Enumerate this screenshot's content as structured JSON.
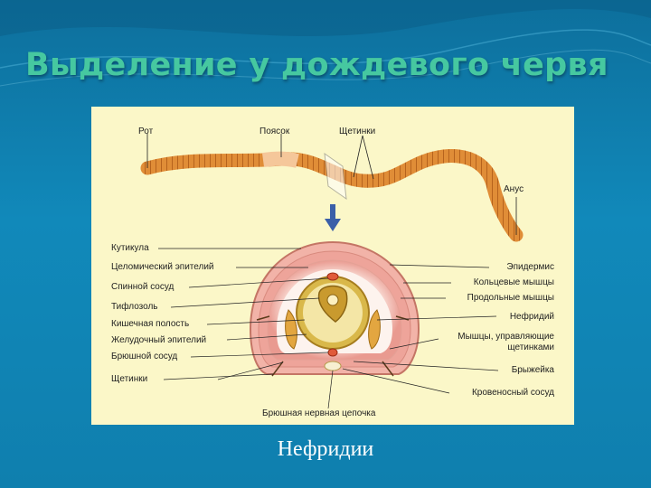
{
  "slide": {
    "title": "Выделение у дождевого червя",
    "caption": "Нефридии"
  },
  "figure": {
    "worm_labels": {
      "mouth": "Рот",
      "girdle": "Поясок",
      "setae": "Щетинки",
      "anus": "Анус"
    },
    "left_labels": [
      "Кутикула",
      "Целомический эпителий",
      "Спинной сосуд",
      "Тифлозоль",
      "Кишечная полость",
      "Желудочный эпителий",
      "Брюшной сосуд",
      "Щетинки"
    ],
    "right_labels": [
      "Эпидермис",
      "Кольцевые мышцы",
      "Продольные мышцы",
      "Нефридий",
      "Мышцы, управляющие",
      "щетинками",
      "Брыжейка",
      "Кровеносный сосуд"
    ],
    "bottom_label": "Брюшная нервная цепочка",
    "colors": {
      "background": "#fbf7c8",
      "worm": "#e8943c",
      "tissue": "#f0a8a0",
      "arrow": "#3b5fa8"
    }
  }
}
